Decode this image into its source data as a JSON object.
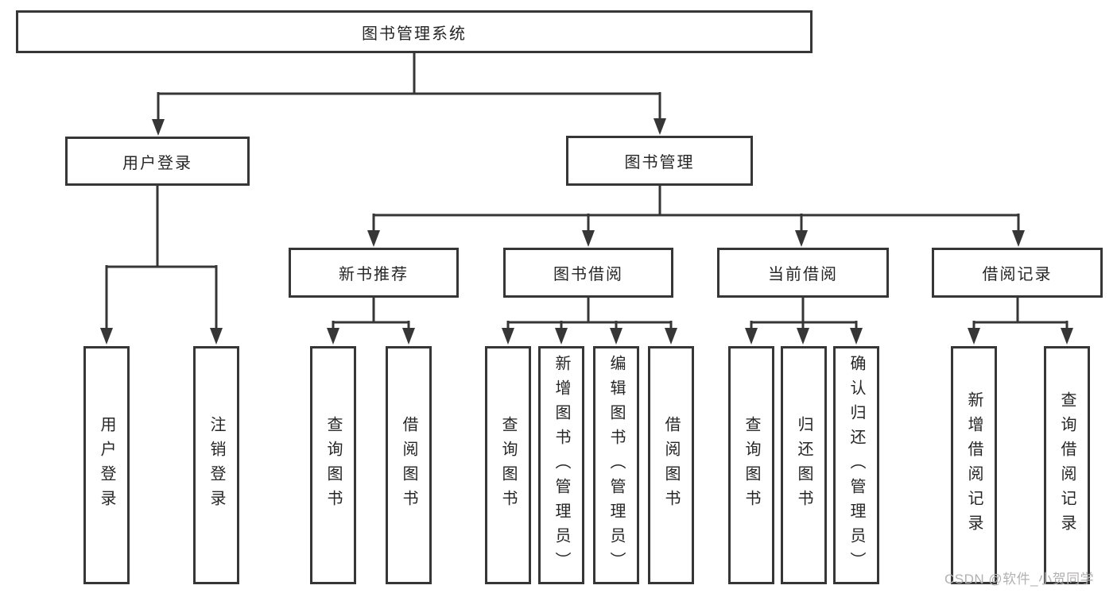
{
  "colors": {
    "line": "#363636",
    "box_border": "#363636",
    "text": "#262626",
    "watermark": "#b2b0b0",
    "background": "#ffffff"
  },
  "watermark": "CSDN @软件_小贺同学",
  "tree": {
    "label": "图书管理系统",
    "children": [
      {
        "label": "用户登录",
        "children": [
          {
            "label": "用户登录"
          },
          {
            "label": "注销登录"
          }
        ]
      },
      {
        "label": "图书管理",
        "children": [
          {
            "label": "新书推荐",
            "children": [
              {
                "label": "查询图书"
              },
              {
                "label": "借阅图书"
              }
            ]
          },
          {
            "label": "图书借阅",
            "children": [
              {
                "label": "查询图书"
              },
              {
                "label": "新增图书（管理员）"
              },
              {
                "label": "编辑图书（管理员）"
              },
              {
                "label": "借阅图书"
              }
            ]
          },
          {
            "label": "当前借阅",
            "children": [
              {
                "label": "查询图书"
              },
              {
                "label": "归还图书"
              },
              {
                "label": "确认归还（管理员）"
              }
            ]
          },
          {
            "label": "借阅记录",
            "children": [
              {
                "label": "新增借阅记录"
              },
              {
                "label": "查询借阅记录"
              }
            ]
          }
        ]
      }
    ]
  }
}
